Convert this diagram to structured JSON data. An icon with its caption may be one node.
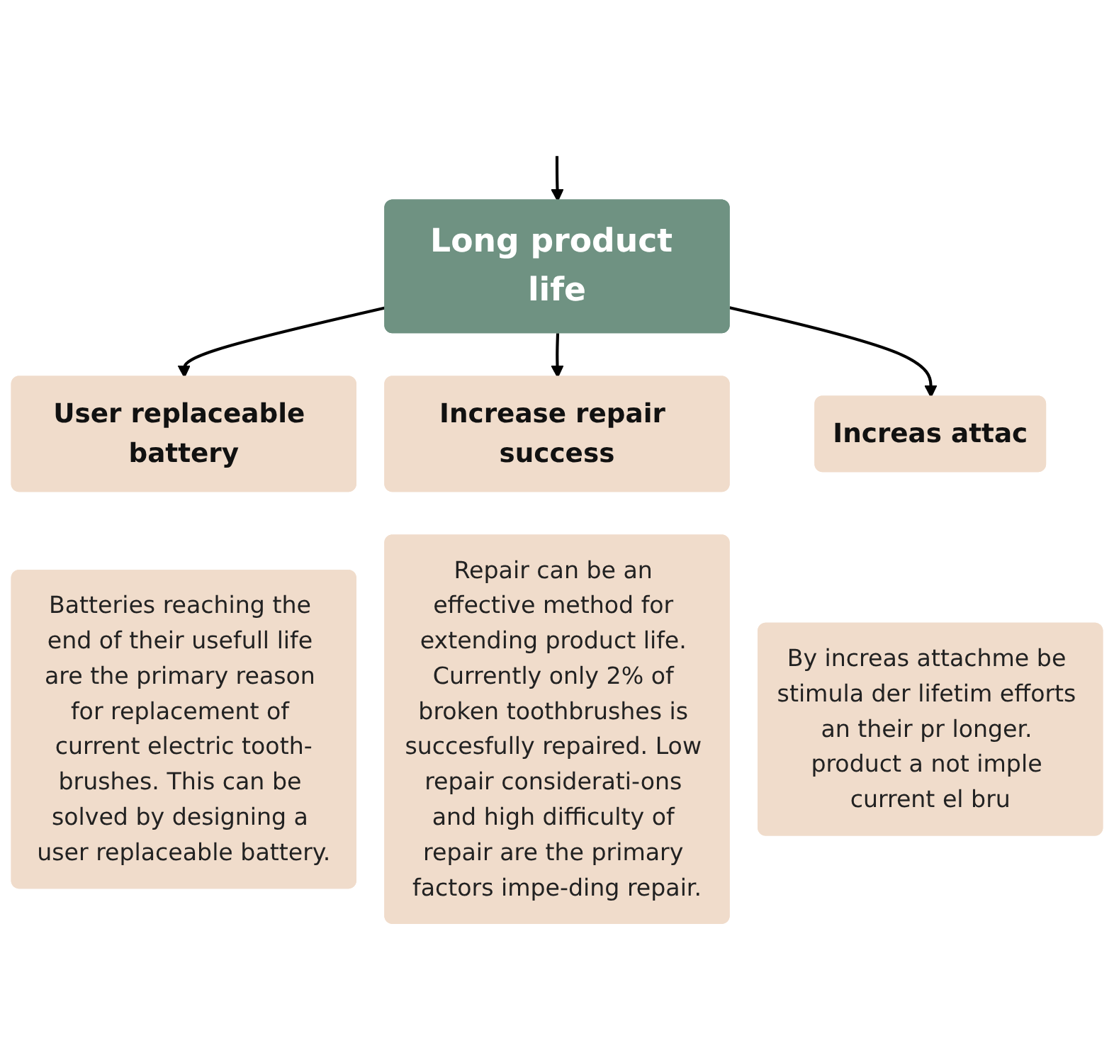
{
  "diagram": {
    "nodes": [
      {
        "text": [
          "Long product life"
        ]
      },
      {
        "text": [
          "User replaceable battery"
        ]
      },
      {
        "text": [
          "Batteries reaching the end of their usefull life are the primary reason for replacement of current electric tooth-brushes. This can be solved by designing a user replaceable battery."
        ]
      },
      {
        "text": [
          "Increase repair success"
        ]
      },
      {
        "text": [
          "Repair can be an effective method for extending product life. Currently only 2% of broken toothbrushes is succesfully repaired. Low repair considerati-ons and high difficulty of repair are the primary factors impe-ding repair."
        ]
      },
      {
        "text": [
          "Increas attac"
        ]
      },
      {
        "text": [
          "By increas attachme be stimula der lifetim efforts an their pr longer. product a not imple current el bru"
        ]
      }
    ],
    "edges": [
      {
        "from": null,
        "to": 0,
        "arrow": "to"
      },
      {
        "from": 0,
        "to": 1,
        "arrow": "to"
      },
      {
        "from": 0,
        "to": 3,
        "arrow": "to"
      },
      {
        "from": 0,
        "to": 5,
        "arrow": "to"
      }
    ]
  }
}
